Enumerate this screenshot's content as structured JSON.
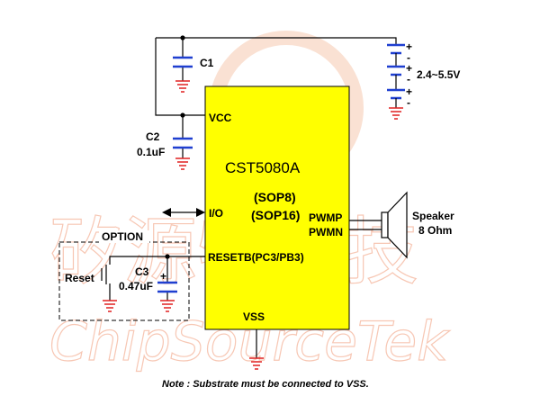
{
  "chip": {
    "name": "CST5080A",
    "package_line1": "(SOP8)",
    "package_line2": "(SOP16)"
  },
  "pins": {
    "vcc": "VCC",
    "io": "I/O",
    "pwmp": "PWMP",
    "pwmn": "PWMN",
    "resetb": "RESETB(PC3/PB3)",
    "vss": "VSS"
  },
  "components": {
    "c1": "C1",
    "c2_name": "C2",
    "c2_value": "0.1uF",
    "c3_name": "C3",
    "c3_value": "0.47uF",
    "reset": "Reset",
    "speaker_line1": "Speaker",
    "speaker_line2": "8 Ohm",
    "battery_voltage": "2.4~5.5V",
    "plus_sign": "+",
    "minus_sign": "-"
  },
  "option_label": "OPTION",
  "note": "Note : Substrate must be connected to VSS.",
  "watermark": {
    "chinese": "矽源特科技",
    "english": "ChipSourceTek"
  },
  "colors": {
    "chip_fill": "#ffff00",
    "capacitor_plate": "#1f3fd0",
    "ground": "#e02020",
    "watermark": "#f7c7b4"
  }
}
